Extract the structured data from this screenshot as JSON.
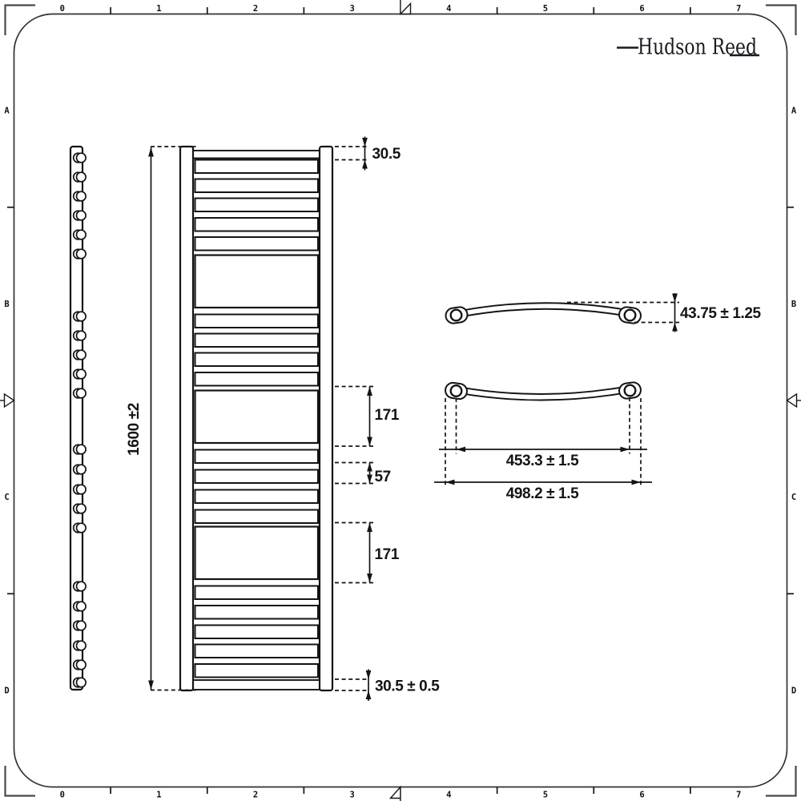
{
  "brand": {
    "logo_text": "Hudson Reed"
  },
  "rulers": {
    "top_numbers": [
      "0",
      "1",
      "2",
      "3",
      "4",
      "5",
      "6",
      "7"
    ],
    "bottom_numbers": [
      "0",
      "1",
      "2",
      "3",
      "4",
      "5",
      "6",
      "7"
    ],
    "left_letters": [
      "A",
      "B",
      "C",
      "D"
    ],
    "right_letters": [
      "A",
      "B",
      "C",
      "D"
    ]
  },
  "dimensions": {
    "overall_height": "1600 ±2",
    "top_offset": "30.5",
    "gap_upper": "171",
    "rung_pitch": "57",
    "gap_lower": "171",
    "bottom_offset": "30.5 ± 0.5",
    "rail_bow_depth": "43.75 ± 1.25",
    "rail_centres_width": "453.3 ± 1.5",
    "rail_overall_width": "498.2 ± 1.5"
  },
  "drawing": {
    "line_color": "#141414",
    "frame_color": "#2e3436",
    "corner_mark_color": "#4a4a4a",
    "front_view": {
      "rung_tops": [
        199.5,
        223.5,
        247.5,
        272,
        296,
        392.5,
        416.5,
        440.5,
        465,
        561.5,
        586.5,
        611.5,
        636.5,
        731.5,
        756,
        780.5,
        804.5,
        829
      ],
      "rung_height": 16.5,
      "panel_tops": [
        318.5,
        487.5,
        657.5
      ],
      "panel_height": 65.5
    },
    "side_view": {
      "joint_rows": [
        197,
        221,
        245,
        269,
        293,
        317,
        395,
        419,
        443,
        467,
        491,
        561,
        586,
        611,
        635,
        659,
        732,
        757,
        781,
        806,
        830,
        852
      ]
    }
  }
}
